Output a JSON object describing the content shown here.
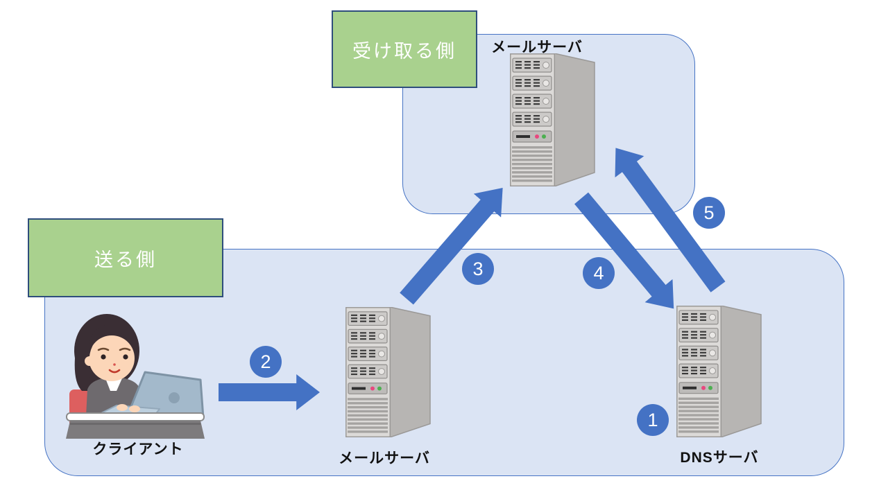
{
  "groups": {
    "receiver": {
      "label": "受け取る側"
    },
    "sender": {
      "label": "送る側"
    }
  },
  "nodes": {
    "receiver_mail_server": {
      "label": "メールサーバ"
    },
    "sender_mail_server": {
      "label": "メールサーバ"
    },
    "dns_server": {
      "label": "DNSサーバ"
    },
    "client": {
      "label": "クライアント"
    }
  },
  "steps": [
    {
      "number": "1"
    },
    {
      "number": "2"
    },
    {
      "number": "3"
    },
    {
      "number": "4"
    },
    {
      "number": "5"
    }
  ],
  "colors": {
    "zone_fill": "#dbe4f4",
    "zone_border": "#4472c4",
    "group_fill": "#a9d18e",
    "group_border": "#2e4d7c",
    "arrow_fill": "#4472c4",
    "badge_fill": "#4472c4",
    "badge_text": "#ffffff",
    "label_text": "#111111"
  }
}
